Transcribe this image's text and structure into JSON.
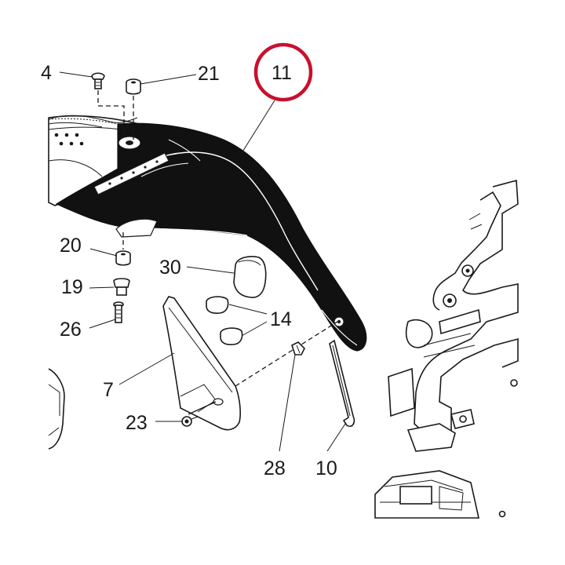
{
  "highlight_color": "#c8102e",
  "callouts": [
    {
      "id": "4",
      "text": "4"
    },
    {
      "id": "21",
      "text": "21"
    },
    {
      "id": "11",
      "text": "11",
      "highlighted": true
    },
    {
      "id": "20",
      "text": "20"
    },
    {
      "id": "30",
      "text": "30"
    },
    {
      "id": "19",
      "text": "19"
    },
    {
      "id": "14",
      "text": "14"
    },
    {
      "id": "26",
      "text": "26"
    },
    {
      "id": "7",
      "text": "7"
    },
    {
      "id": "23",
      "text": "23"
    },
    {
      "id": "28",
      "text": "28"
    },
    {
      "id": "10",
      "text": "10"
    }
  ]
}
